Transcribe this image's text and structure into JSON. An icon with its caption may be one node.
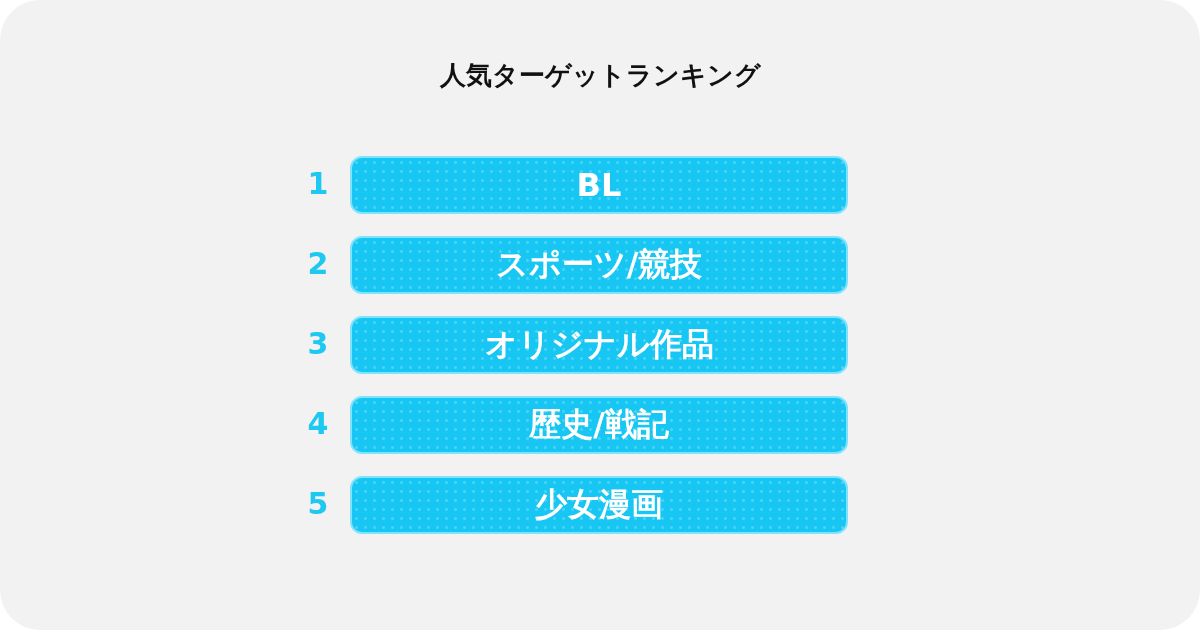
{
  "diagram": {
    "title": "人気ターゲットランキング",
    "nodes": [
      {
        "text": [
          "BL"
        ],
        "beside": [
          "1"
        ]
      },
      {
        "text": [
          "スポーツ/競技"
        ],
        "beside": [
          "2"
        ]
      },
      {
        "text": [
          "オリジナル作品"
        ],
        "beside": [
          "3"
        ]
      },
      {
        "text": [
          "歴史/戦記"
        ],
        "beside": [
          "4"
        ]
      },
      {
        "text": [
          "少女漫画"
        ],
        "beside": [
          "5"
        ]
      }
    ],
    "edges": []
  }
}
